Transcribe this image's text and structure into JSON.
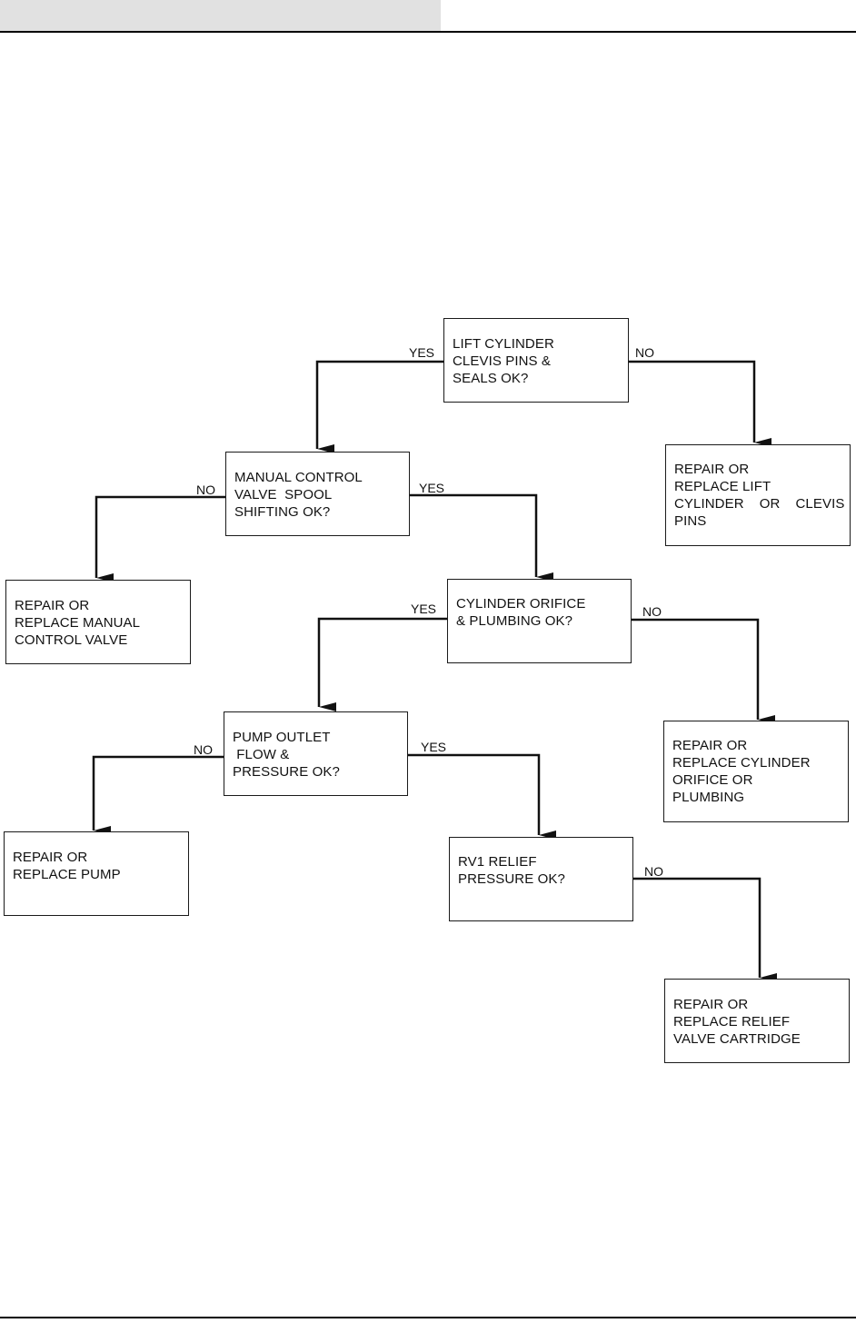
{
  "decisions": {
    "lift_cylinder": [
      "LIFT CYLINDER",
      "CLEVIS PINS &",
      "SEALS OK?"
    ],
    "manual_control_valve": [
      "MANUAL CONTROL",
      "VALVE  SPOOL",
      "SHIFTING OK?"
    ],
    "cylinder_orifice": [
      "CYLINDER ORIFICE",
      "& PLUMBING OK?"
    ],
    "pump_outlet": [
      "PUMP OUTLET",
      " FLOW &",
      "PRESSURE OK?"
    ],
    "rv1_relief": [
      "RV1 RELIEF",
      "PRESSURE OK?"
    ]
  },
  "actions": {
    "replace_lift_cylinder": [
      "REPAIR OR",
      "REPLACE LIFT",
      "CYLINDER    OR    CLEVIS",
      "PINS"
    ],
    "replace_manual_valve": [
      "REPAIR OR",
      "REPLACE MANUAL",
      "CONTROL VALVE"
    ],
    "replace_cylinder_orifice": [
      "REPAIR OR",
      "REPLACE CYLINDER",
      "ORIFICE OR",
      "PLUMBING"
    ],
    "replace_pump": [
      "REPAIR OR",
      "REPLACE PUMP"
    ],
    "replace_relief_valve": [
      "REPAIR OR",
      "REPLACE RELIEF",
      "VALVE CARTRIDGE"
    ]
  },
  "branch_labels": {
    "lift_yes": "YES",
    "lift_no": "NO",
    "manual_no": "NO",
    "manual_yes": "YES",
    "orifice_yes": "YES",
    "orifice_no": "NO",
    "pump_no": "NO",
    "pump_yes": "YES",
    "rv1_no": "NO"
  }
}
